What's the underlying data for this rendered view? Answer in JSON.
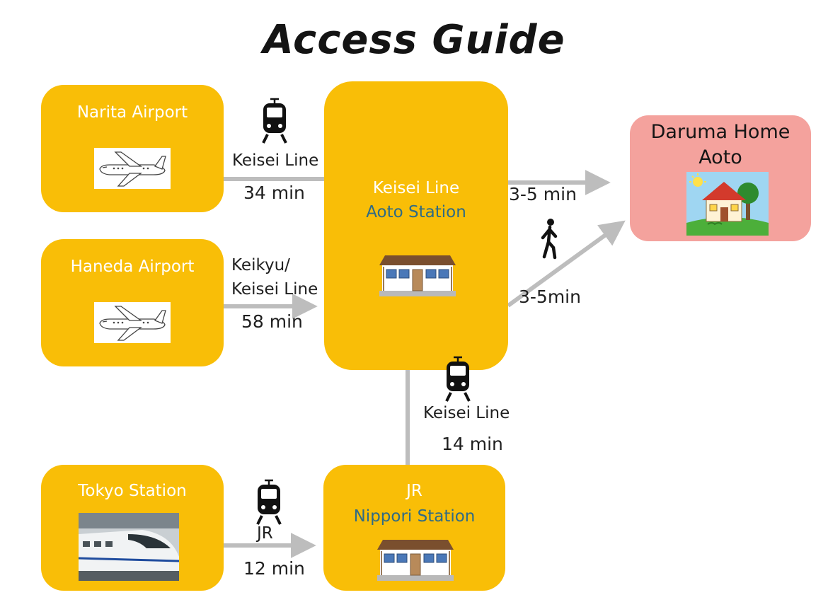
{
  "title": "Access Guide",
  "nodes": {
    "narita": {
      "name": "Narita Airport",
      "image": "airplane-icon"
    },
    "haneda": {
      "name": "Haneda Airport",
      "image": "airplane-icon"
    },
    "tokyo": {
      "name": "Tokyo Station",
      "image": "shinkansen-photo"
    },
    "aoto": {
      "line": "Keisei Line",
      "station": "Aoto Station",
      "image": "station-building-icon"
    },
    "nippori": {
      "line": "JR",
      "station": "Nippori Station",
      "image": "station-building-icon"
    },
    "destination": {
      "name_line1": "Daruma Home",
      "name_line2": "Aoto",
      "image": "house-icon"
    }
  },
  "routes": {
    "narita_aoto": {
      "line": "Keisei Line",
      "time": "34 min",
      "icon": "train-icon"
    },
    "haneda_aoto": {
      "line1": "Keikyu/",
      "line2": "Keisei Line",
      "time": "58 min"
    },
    "tokyo_nippori": {
      "line": "JR",
      "time": "12 min",
      "icon": "train-icon"
    },
    "nippori_aoto": {
      "line": "Keisei Line",
      "time": "14 min",
      "icon": "train-icon"
    },
    "aoto_home_top": {
      "time": "3-5 min"
    },
    "aoto_home_bottom": {
      "time": "3-5min",
      "icon": "walking-person-icon"
    }
  },
  "colors": {
    "box": "#F9BE07",
    "destination": "#F4A29D",
    "arrow": "#BDBDBD",
    "station_text": "#2F6B85"
  }
}
